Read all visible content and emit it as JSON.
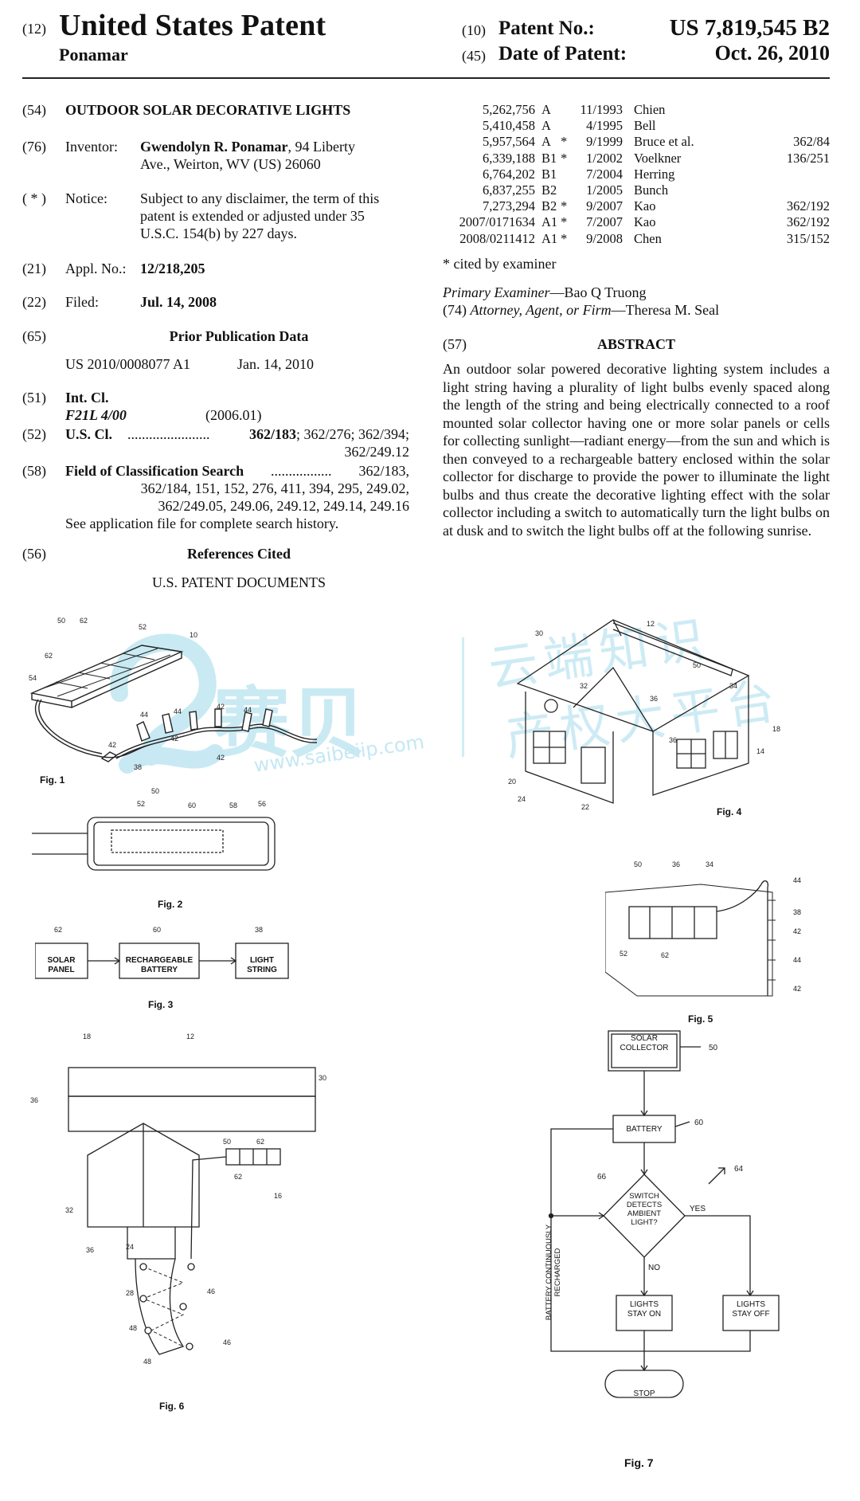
{
  "header": {
    "code12": "(12)",
    "title": "United States Patent",
    "inventor_surname": "Ponamar",
    "code10": "(10)",
    "patent_no_label": "Patent No.:",
    "patent_no": "US 7,819,545 B2",
    "code45": "(45)",
    "date_label": "Date of Patent:",
    "date": "Oct. 26, 2010"
  },
  "left": {
    "c54": "(54)",
    "title": "OUTDOOR SOLAR DECORATIVE LIGHTS",
    "c76": "(76)",
    "inventor_label": "Inventor:",
    "inventor_name": "Gwendolyn R. Ponamar",
    "inventor_addr1": ", 94 Liberty",
    "inventor_addr2": "Ave., Weirton, WV (US) 26060",
    "cnotice": "( * )",
    "notice_label": "Notice:",
    "notice1": "Subject to any disclaimer, the term of this",
    "notice2": "patent is extended or adjusted under 35",
    "notice3": "U.S.C. 154(b) by 227 days.",
    "c21": "(21)",
    "appl_label": "Appl. No.:",
    "appl_no": "12/218,205",
    "c22": "(22)",
    "filed_label": "Filed:",
    "filed": "Jul. 14, 2008",
    "c65": "(65)",
    "prior_pub_title": "Prior Publication Data",
    "prior_pub_no": "US 2010/0008077 A1",
    "prior_pub_date": "Jan. 14, 2010",
    "c51": "(51)",
    "intcl_label": "Int. Cl.",
    "intcl_code": "F21L 4/00",
    "intcl_ver": "(2006.01)",
    "c52": "(52)",
    "uscl_label": "U.S. Cl.",
    "uscl_dots": ".......................",
    "uscl_main": "362/183",
    "uscl_rest": "; 362/276; 362/394;",
    "uscl_line2": "362/249.12",
    "c58": "(58)",
    "field_label": "Field of Classification Search",
    "field_dots": ".................",
    "field_1": "362/183,",
    "field_2": "362/184, 151, 152, 276, 411, 394, 295, 249.02,",
    "field_3": "362/249.05, 249.06, 249.12, 249.14, 249.16",
    "field_4": "See application file for complete search history.",
    "c56": "(56)",
    "refs_title": "References Cited",
    "us_docs": "U.S. PATENT DOCUMENTS"
  },
  "references": [
    {
      "no": "5,262,756",
      "kind": "A",
      "star": "",
      "date": "11/1993",
      "name": "Chien",
      "cls": ""
    },
    {
      "no": "5,410,458",
      "kind": "A",
      "star": "",
      "date": "4/1995",
      "name": "Bell",
      "cls": ""
    },
    {
      "no": "5,957,564",
      "kind": "A",
      "star": "*",
      "date": "9/1999",
      "name": "Bruce et al.",
      "cls": "362/84"
    },
    {
      "no": "6,339,188",
      "kind": "B1",
      "star": "*",
      "date": "1/2002",
      "name": "Voelkner",
      "cls": "136/251"
    },
    {
      "no": "6,764,202",
      "kind": "B1",
      "star": "",
      "date": "7/2004",
      "name": "Herring",
      "cls": ""
    },
    {
      "no": "6,837,255",
      "kind": "B2",
      "star": "",
      "date": "1/2005",
      "name": "Bunch",
      "cls": ""
    },
    {
      "no": "7,273,294",
      "kind": "B2",
      "star": "*",
      "date": "9/2007",
      "name": "Kao",
      "cls": "362/192"
    },
    {
      "no": "2007/0171634",
      "kind": "A1",
      "star": "*",
      "date": "7/2007",
      "name": "Kao",
      "cls": "362/192"
    },
    {
      "no": "2008/0211412",
      "kind": "A1",
      "star": "*",
      "date": "9/2008",
      "name": "Chen",
      "cls": "315/152"
    }
  ],
  "right": {
    "cited": "* cited by examiner",
    "primary_label": "Primary Examiner",
    "primary_name": "—Bao Q Truong",
    "c74": "(74)",
    "attorney_label": "Attorney, Agent, or Firm",
    "attorney_name": "—Theresa M. Seal",
    "c57": "(57)",
    "abstract_title": "ABSTRACT",
    "abstract": "An outdoor solar powered decorative lighting system includes a light string having a plurality of light bulbs evenly spaced along the length of the string and being electrically connected to a roof mounted solar collector having one or more solar panels or cells for collecting sunlight—radiant energy—from the sun and which is then conveyed to a rechargeable battery enclosed within the solar collector for discharge to provide the power to illuminate the light bulbs and thus create the decorative lighting effect with the solar collector including a switch to automatically turn the light bulbs on at dusk and to switch the light bulbs off at the following sunrise."
  },
  "watermark": {
    "brand": "赛贝",
    "cn1": "云端知识",
    "cn2": "产权大平台",
    "url": "www.saibeiip.com"
  },
  "figures": {
    "fig1": "Fig. 1",
    "fig2": "Fig. 2",
    "fig3": "Fig. 3",
    "fig4": "Fig. 4",
    "fig5": "Fig. 5",
    "fig6": "Fig. 6",
    "fig7": "Fig. 7",
    "fig3_box1": [
      "SOLAR",
      "PANEL"
    ],
    "fig3_box2": [
      "RECHARGEABLE",
      "BATTERY"
    ],
    "fig3_box3": [
      "LIGHT",
      "STRING"
    ],
    "fig7_solar": [
      "SOLAR",
      "COLLECTOR"
    ],
    "fig7_battery": "BATTERY",
    "fig7_switch": [
      "SWITCH",
      "DETECTS",
      "AMBIENT",
      "LIGHT?"
    ],
    "fig7_yes": "YES",
    "fig7_no": "NO",
    "fig7_on": [
      "LIGHTS",
      "STAY ON"
    ],
    "fig7_off": [
      "LIGHTS",
      "STAY OFF"
    ],
    "fig7_stop": "STOP",
    "fig7_side": [
      "BATTERY CONTINUOUSLY",
      "RECHARGED"
    ]
  },
  "colors": {
    "text": "#111111",
    "watermark": "#8fd3e6"
  }
}
